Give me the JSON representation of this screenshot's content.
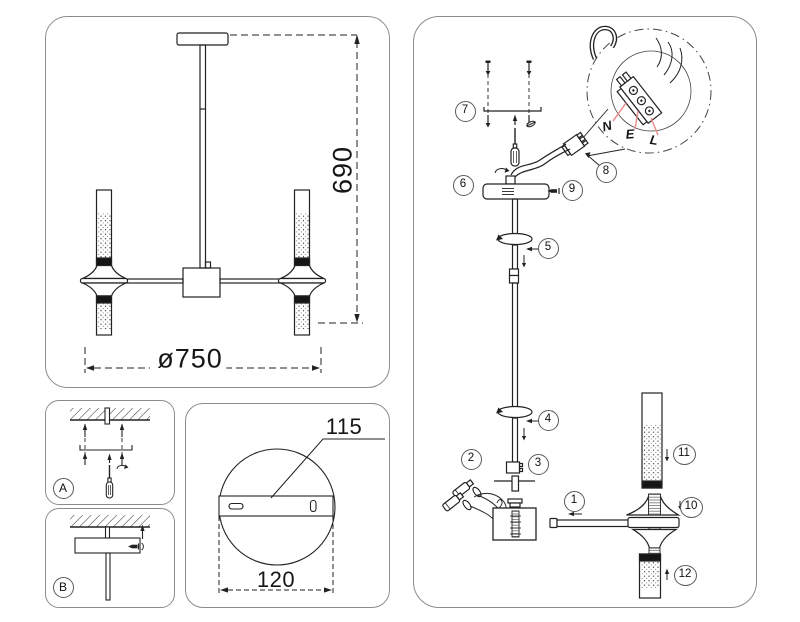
{
  "front_view": {
    "height_dim": "690",
    "diameter_dim": "ø750"
  },
  "mount_detail_a": {
    "label": "A"
  },
  "mount_detail_b": {
    "label": "B"
  },
  "plate_view": {
    "slot_dim": "115",
    "width_dim": "120"
  },
  "assembly": {
    "callouts": [
      "1",
      "2",
      "3",
      "4",
      "5",
      "6",
      "7",
      "8",
      "9",
      "10",
      "11",
      "12"
    ],
    "wiring": {
      "neutral": "N",
      "earth": "E",
      "live": "L"
    }
  },
  "colors": {
    "line": "#222222",
    "panel_border": "#8c8c8c",
    "wire_leader": "#ee8f8f"
  }
}
